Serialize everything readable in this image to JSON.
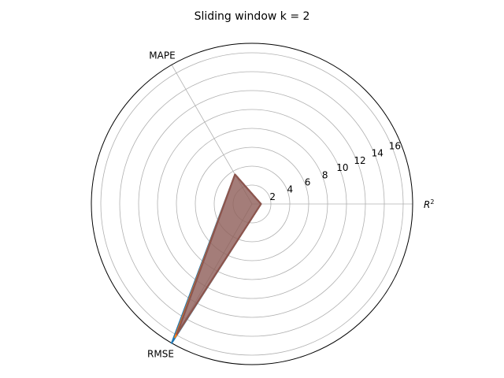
{
  "chart_data": {
    "type": "radar",
    "title": "Sliding window k = 2",
    "axes": [
      {
        "label": "R",
        "superscript": "2"
      },
      {
        "label": "MAPE",
        "superscript": ""
      },
      {
        "label": "RMSE",
        "superscript": ""
      }
    ],
    "radial_ticks": [
      2,
      4,
      6,
      8,
      10,
      12,
      14,
      16
    ],
    "rlim": [
      0,
      17
    ],
    "grid": true,
    "series": [
      {
        "values": [
          0.95,
          3.6,
          17.0
        ],
        "color": "#1f77b4"
      },
      {
        "values": [
          0.95,
          3.6,
          16.3
        ],
        "color": "#ff7f0e"
      },
      {
        "values": [
          0.95,
          3.6,
          15.9
        ],
        "color": "#2ca02c"
      },
      {
        "values": [
          0.95,
          3.6,
          15.9
        ],
        "color": "#d62728"
      },
      {
        "values": [
          0.95,
          3.6,
          15.8
        ],
        "color": "#9467bd"
      },
      {
        "values": [
          0.95,
          3.6,
          15.8
        ],
        "color": "#8c564b"
      }
    ]
  }
}
